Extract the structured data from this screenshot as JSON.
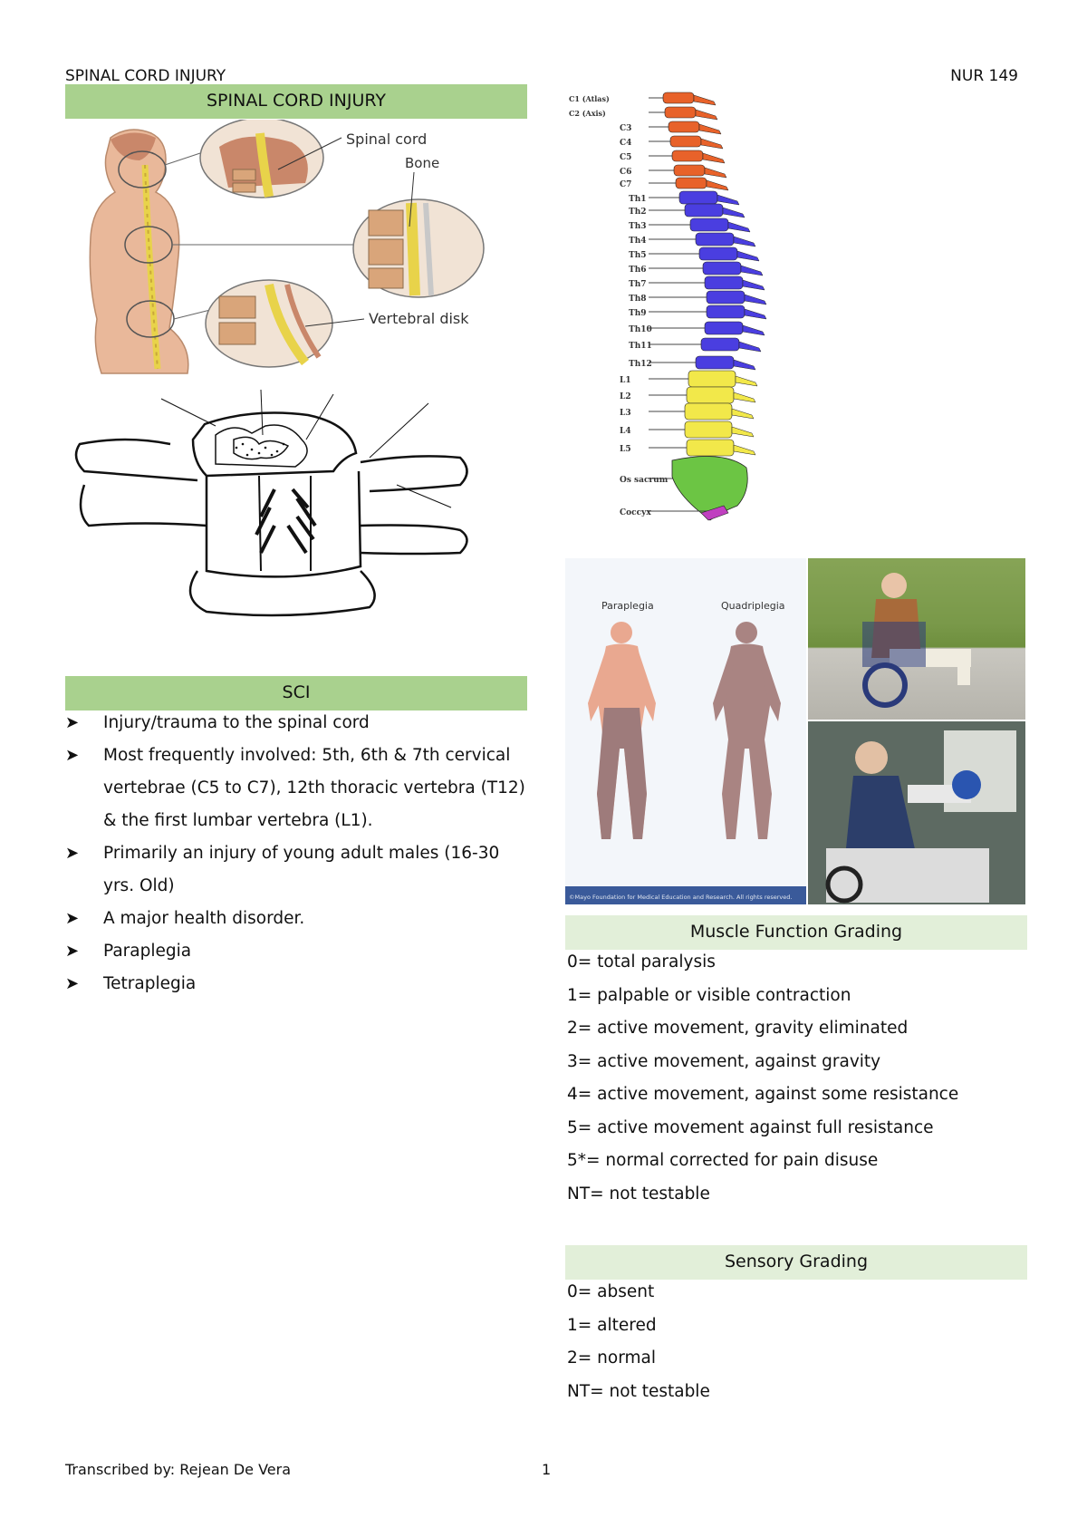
{
  "header": {
    "left": "SPINAL CORD INJURY",
    "right": "NUR 149"
  },
  "sections": {
    "main_title": "SPINAL CORD INJURY",
    "sci_title": "SCI",
    "muscle_title": "Muscle Function Grading",
    "sensory_title": "Sensory Grading"
  },
  "anatomy_labels": {
    "spinal_cord": "Spinal cord",
    "bone": "Bone",
    "vertebral_disk": "Vertebral disk"
  },
  "spine_labels": [
    "C1 (Atlas)",
    "C2 (Axis)",
    "C3",
    "C4",
    "C5",
    "C6",
    "C7",
    "Th1",
    "Th2",
    "Th3",
    "Th4",
    "Th5",
    "Th6",
    "Th7",
    "Th8",
    "Th9",
    "Th10",
    "Th11",
    "Th12",
    "L1",
    "L2",
    "L3",
    "L4",
    "L5",
    "Os sacrum",
    "Coccyx"
  ],
  "body_labels": {
    "paraplegia": "Paraplegia",
    "quadriplegia": "Quadriplegia",
    "copyright": "©Mayo Foundation for Medical Education and Research. All rights reserved."
  },
  "sci_bullets": [
    "Injury/trauma to the spinal cord",
    "Most frequently involved: 5th, 6th & 7th cervical vertebrae (C5 to C7), 12th thoracic vertebra (T12) & the first lumbar vertebra (L1).",
    "Primarily an injury of young adult males (16-30 yrs. Old)",
    "A major health disorder.",
    "Paraplegia",
    "Tetraplegia"
  ],
  "muscle_grades": [
    "0= total paralysis",
    "1= palpable or visible contraction",
    "2= active movement, gravity eliminated",
    "3= active movement, against gravity",
    "4= active movement, against some resistance",
    "5= active movement against full resistance",
    "5*= normal corrected for pain disuse",
    "NT= not testable"
  ],
  "sensory_grades": [
    "0= absent",
    "1= altered",
    "2= normal",
    "NT= not testable"
  ],
  "footer": {
    "left": "Transcribed by: Rejean De Vera",
    "page": "1"
  },
  "colors": {
    "band_dark": "#a9d18e",
    "band_light": "#e2efd9",
    "cervical": "#e8622a",
    "thoracic": "#4a3ee0",
    "lumbar": "#f2e84a",
    "sacrum": "#6cc544"
  }
}
